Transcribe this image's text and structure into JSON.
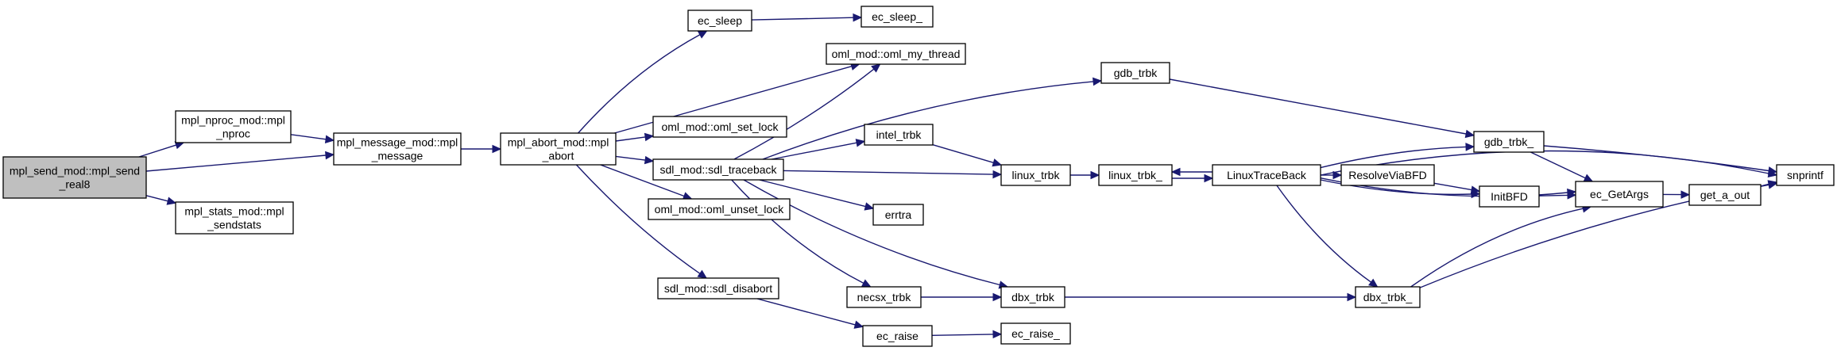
{
  "graph": {
    "nodes": [
      {
        "id": "mpl_send_real8",
        "lines": [
          "mpl_send_mod::mpl_send",
          "_real8"
        ],
        "root": true
      },
      {
        "id": "mpl_nproc",
        "lines": [
          "mpl_nproc_mod::mpl",
          "_nproc"
        ]
      },
      {
        "id": "mpl_message",
        "lines": [
          "mpl_message_mod::mpl",
          "_message"
        ]
      },
      {
        "id": "mpl_sendstats",
        "lines": [
          "mpl_stats_mod::mpl",
          "_sendstats"
        ]
      },
      {
        "id": "mpl_abort",
        "lines": [
          "mpl_abort_mod::mpl",
          "_abort"
        ]
      },
      {
        "id": "ec_sleep",
        "lines": [
          "ec_sleep"
        ]
      },
      {
        "id": "ec_sleep_",
        "lines": [
          "ec_sleep_"
        ]
      },
      {
        "id": "oml_my_thread",
        "lines": [
          "oml_mod::oml_my_thread"
        ]
      },
      {
        "id": "oml_set_lock",
        "lines": [
          "oml_mod::oml_set_lock"
        ]
      },
      {
        "id": "sdl_traceback",
        "lines": [
          "sdl_mod::sdl_traceback"
        ]
      },
      {
        "id": "oml_unset_lock",
        "lines": [
          "oml_mod::oml_unset_lock"
        ]
      },
      {
        "id": "sdl_disabort",
        "lines": [
          "sdl_mod::sdl_disabort"
        ]
      },
      {
        "id": "gdb_trbk",
        "lines": [
          "gdb_trbk"
        ]
      },
      {
        "id": "intel_trbk",
        "lines": [
          "intel_trbk"
        ]
      },
      {
        "id": "linux_trbk",
        "lines": [
          "linux_trbk"
        ]
      },
      {
        "id": "errtra",
        "lines": [
          "errtra"
        ]
      },
      {
        "id": "necsx_trbk",
        "lines": [
          "necsx_trbk"
        ]
      },
      {
        "id": "dbx_trbk",
        "lines": [
          "dbx_trbk"
        ]
      },
      {
        "id": "ec_raise",
        "lines": [
          "ec_raise"
        ]
      },
      {
        "id": "ec_raise_",
        "lines": [
          "ec_raise_"
        ]
      },
      {
        "id": "linux_trbk_",
        "lines": [
          "linux_trbk_"
        ]
      },
      {
        "id": "LinuxTraceBack",
        "lines": [
          "LinuxTraceBack"
        ]
      },
      {
        "id": "gdb_trbk_",
        "lines": [
          "gdb_trbk_"
        ]
      },
      {
        "id": "ResolveViaBFD",
        "lines": [
          "ResolveViaBFD"
        ]
      },
      {
        "id": "InitBFD",
        "lines": [
          "InitBFD"
        ]
      },
      {
        "id": "dbx_trbk_",
        "lines": [
          "dbx_trbk_"
        ]
      },
      {
        "id": "ec_GetArgs",
        "lines": [
          "ec_GetArgs"
        ]
      },
      {
        "id": "get_a_out",
        "lines": [
          "get_a_out"
        ]
      },
      {
        "id": "snprintf",
        "lines": [
          "snprintf"
        ]
      }
    ],
    "edges": [
      {
        "from": "mpl_send_real8",
        "to": "mpl_nproc"
      },
      {
        "from": "mpl_send_real8",
        "to": "mpl_message"
      },
      {
        "from": "mpl_send_real8",
        "to": "mpl_sendstats"
      },
      {
        "from": "mpl_nproc",
        "to": "mpl_message"
      },
      {
        "from": "mpl_message",
        "to": "mpl_abort"
      },
      {
        "from": "mpl_abort",
        "to": "ec_sleep"
      },
      {
        "from": "mpl_abort",
        "to": "oml_my_thread"
      },
      {
        "from": "mpl_abort",
        "to": "oml_set_lock"
      },
      {
        "from": "mpl_abort",
        "to": "sdl_traceback"
      },
      {
        "from": "mpl_abort",
        "to": "oml_unset_lock"
      },
      {
        "from": "mpl_abort",
        "to": "sdl_disabort"
      },
      {
        "from": "ec_sleep",
        "to": "ec_sleep_"
      },
      {
        "from": "sdl_traceback",
        "to": "oml_my_thread"
      },
      {
        "from": "sdl_traceback",
        "to": "gdb_trbk"
      },
      {
        "from": "sdl_traceback",
        "to": "intel_trbk"
      },
      {
        "from": "sdl_traceback",
        "to": "linux_trbk"
      },
      {
        "from": "sdl_traceback",
        "to": "errtra"
      },
      {
        "from": "sdl_traceback",
        "to": "necsx_trbk"
      },
      {
        "from": "sdl_traceback",
        "to": "dbx_trbk"
      },
      {
        "from": "sdl_disabort",
        "to": "ec_raise"
      },
      {
        "from": "ec_raise",
        "to": "ec_raise_"
      },
      {
        "from": "gdb_trbk",
        "to": "gdb_trbk_"
      },
      {
        "from": "intel_trbk",
        "to": "linux_trbk"
      },
      {
        "from": "linux_trbk",
        "to": "linux_trbk_"
      },
      {
        "from": "necsx_trbk",
        "to": "dbx_trbk"
      },
      {
        "from": "dbx_trbk",
        "to": "dbx_trbk_"
      },
      {
        "from": "linux_trbk_",
        "to": "LinuxTraceBack"
      },
      {
        "from": "LinuxTraceBack",
        "to": "linux_trbk_"
      },
      {
        "from": "LinuxTraceBack",
        "to": "gdb_trbk_"
      },
      {
        "from": "LinuxTraceBack",
        "to": "ResolveViaBFD"
      },
      {
        "from": "LinuxTraceBack",
        "to": "InitBFD"
      },
      {
        "from": "LinuxTraceBack",
        "to": "ec_GetArgs"
      },
      {
        "from": "LinuxTraceBack",
        "to": "dbx_trbk_"
      },
      {
        "from": "LinuxTraceBack",
        "to": "snprintf"
      },
      {
        "from": "gdb_trbk_",
        "to": "ec_GetArgs"
      },
      {
        "from": "gdb_trbk_",
        "to": "snprintf"
      },
      {
        "from": "ResolveViaBFD",
        "to": "InitBFD"
      },
      {
        "from": "InitBFD",
        "to": "ec_GetArgs"
      },
      {
        "from": "dbx_trbk_",
        "to": "ec_GetArgs"
      },
      {
        "from": "dbx_trbk_",
        "to": "snprintf"
      },
      {
        "from": "ec_GetArgs",
        "to": "get_a_out"
      },
      {
        "from": "get_a_out",
        "to": "snprintf"
      }
    ]
  }
}
